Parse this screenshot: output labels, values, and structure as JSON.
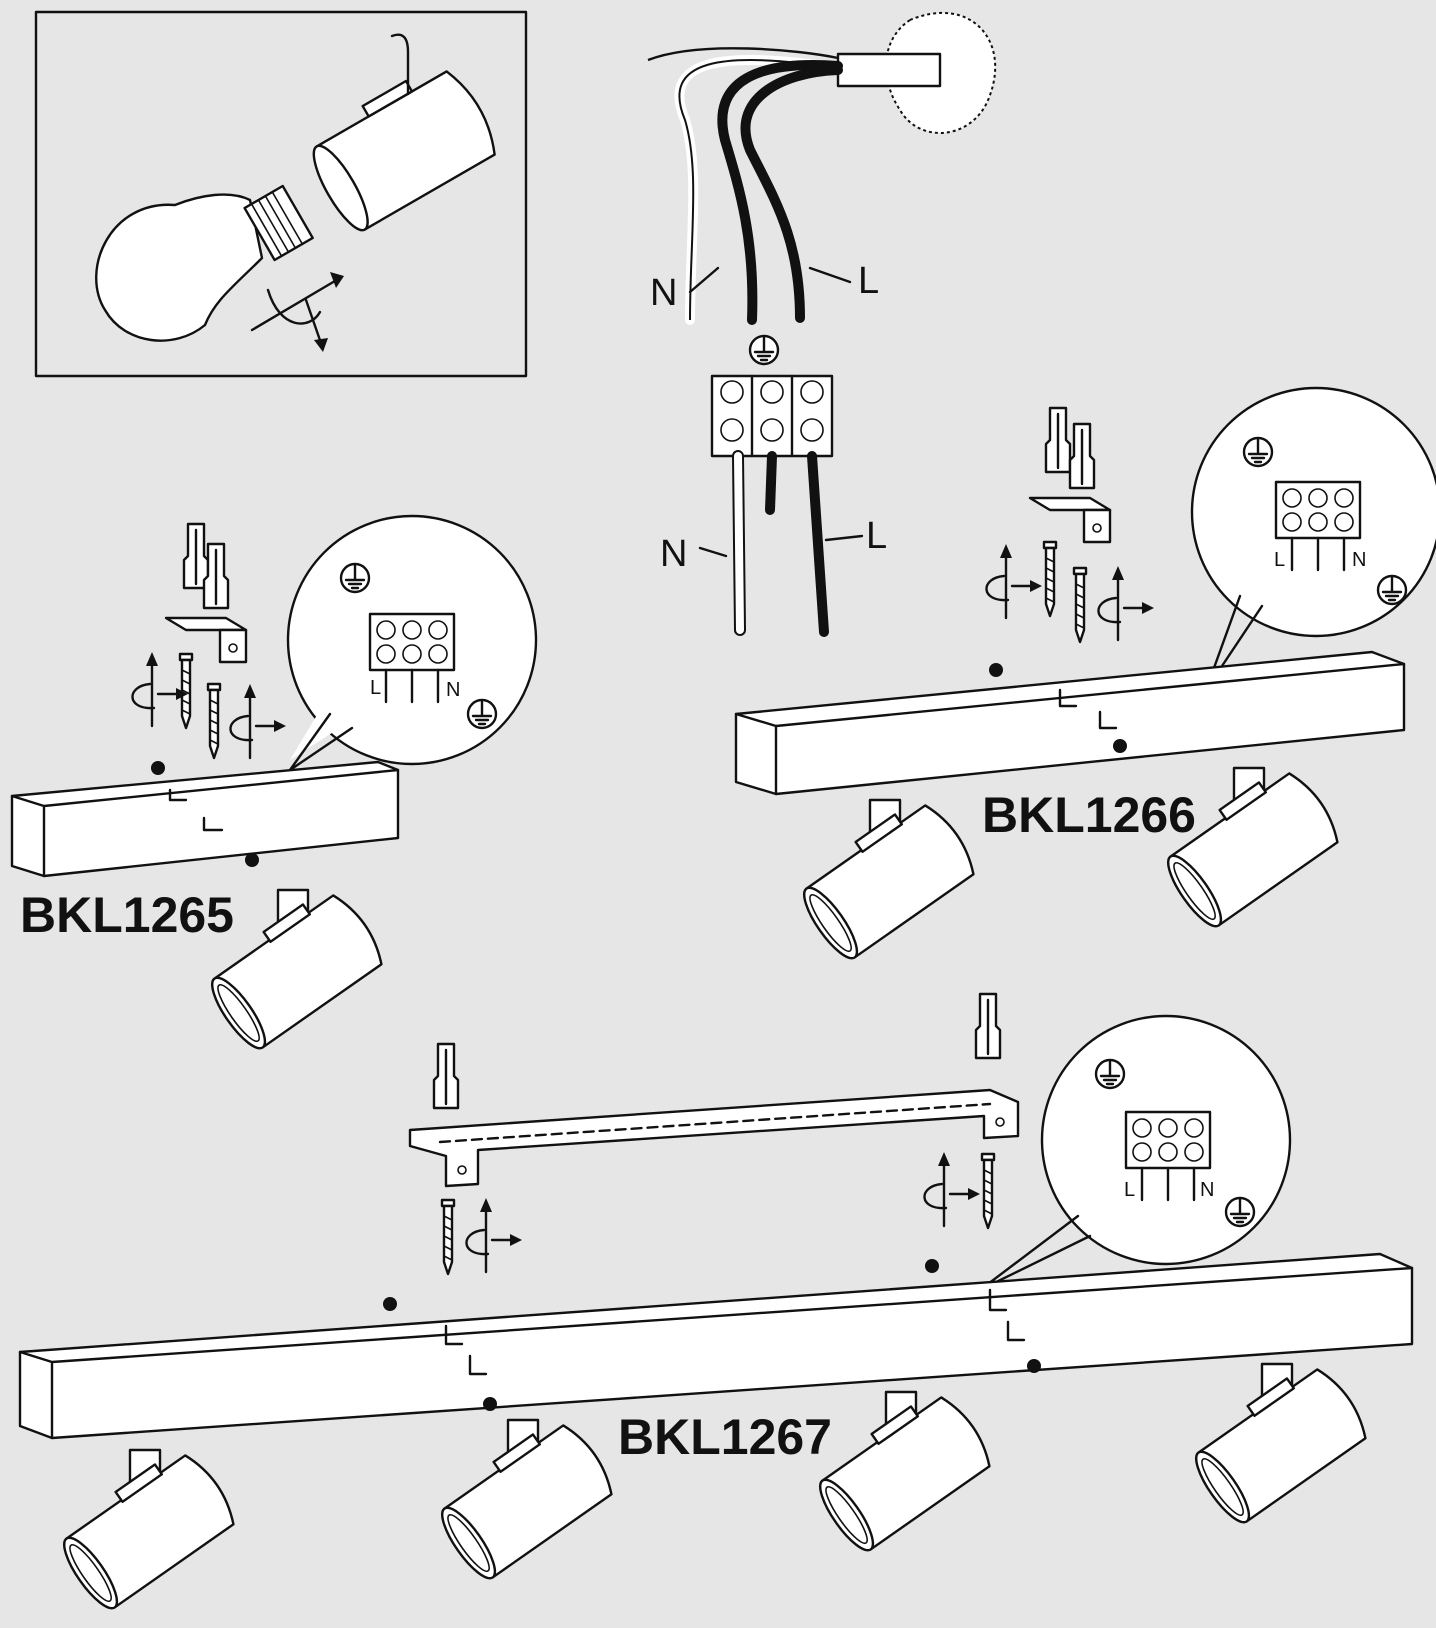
{
  "diagram": {
    "background": "#e6e6e6",
    "line_color": "#111111",
    "wire_labels": {
      "neutral": "N",
      "live": "L"
    },
    "callouts": {
      "neutral": "N",
      "live": "L"
    },
    "models": [
      {
        "label": "BKL1265",
        "spots": 1
      },
      {
        "label": "BKL1266",
        "spots": 2
      },
      {
        "label": "BKL1267",
        "spots": 4
      }
    ],
    "symbols": {
      "earth": "earth-ground-icon",
      "rotate": "rotate-arrow-icon",
      "screw": "screw-icon",
      "wall_plug": "wall-plug-icon"
    }
  }
}
